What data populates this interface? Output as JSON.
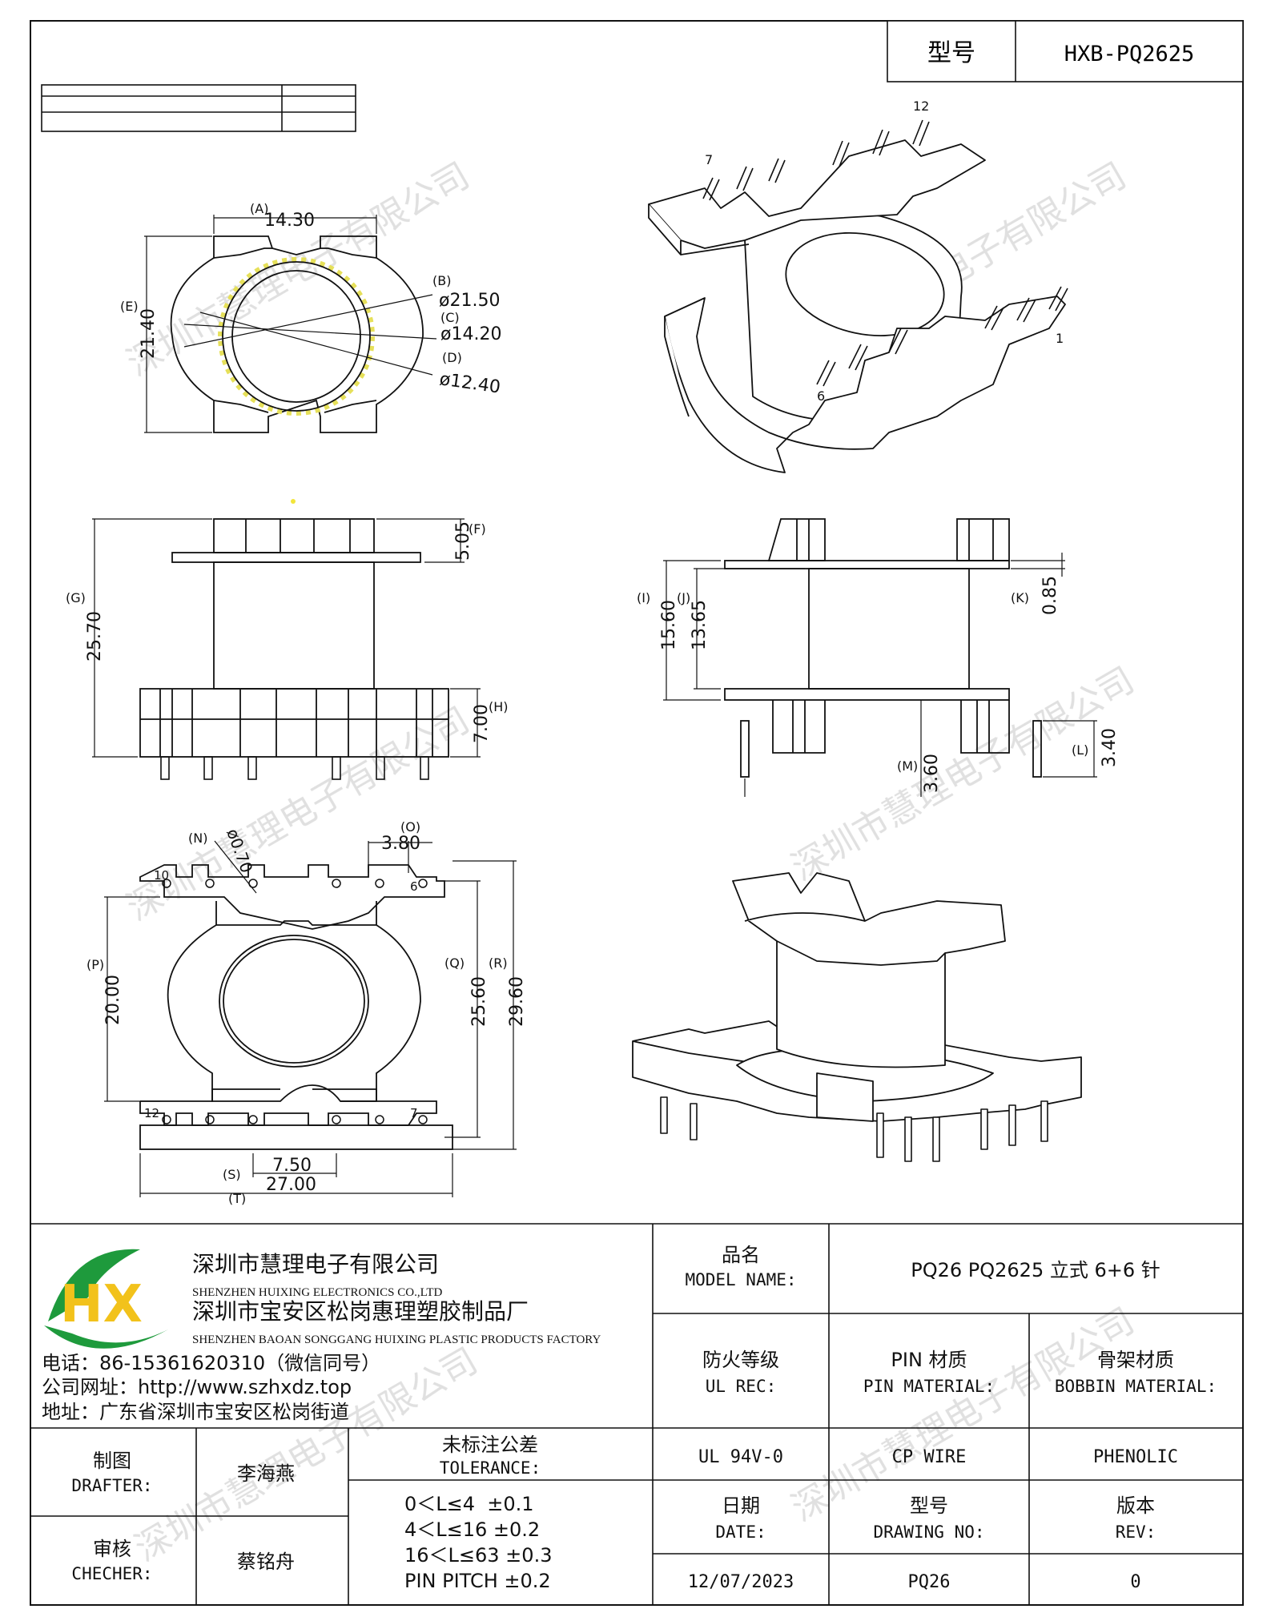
{
  "header": {
    "type_label": "型号",
    "type_value": "HXB-PQ2625"
  },
  "watermark": {
    "text": "深圳市慧理电子有限公司"
  },
  "iso_top": {
    "pin_label_12": "12",
    "pin_label_7": "7",
    "pin_label_1": "1",
    "pin_label_6": "6"
  },
  "top_view": {
    "dim_a": {
      "letter": "(A)",
      "value": "14.30"
    },
    "dim_e": {
      "letter": "(E)",
      "value": "21.40"
    },
    "dim_b": {
      "letter": "(B)",
      "value": "ø21.50"
    },
    "dim_c": {
      "letter": "(C)",
      "value": "ø14.20"
    },
    "dim_d": {
      "letter": "(D)",
      "value": "ø12.40"
    }
  },
  "front_view": {
    "dim_f": {
      "letter": "(F)",
      "value": "5.05"
    },
    "dim_g": {
      "letter": "(G)",
      "value": "25.70"
    },
    "dim_h": {
      "letter": "(H)",
      "value": "7.00"
    }
  },
  "side_view": {
    "dim_i": {
      "letter": "(I)",
      "value": "15.60"
    },
    "dim_j": {
      "letter": "(J)",
      "value": "13.65"
    },
    "dim_k": {
      "letter": "(K)",
      "value": "0.85"
    },
    "dim_l": {
      "letter": "(L)",
      "value": "3.40"
    },
    "dim_m": {
      "letter": "(M)",
      "value": "3.60"
    }
  },
  "bottom_view": {
    "dim_n": {
      "letter": "(N)",
      "value": "ø0.70"
    },
    "dim_o": {
      "letter": "(O)",
      "value": "3.80"
    },
    "dim_p": {
      "letter": "(P)",
      "value": "20.00"
    },
    "dim_q": {
      "letter": "(Q)",
      "value": "25.60"
    },
    "dim_r": {
      "letter": "(R)",
      "value": "29.60"
    },
    "dim_s": {
      "letter": "(S)",
      "value": "7.50"
    },
    "dim_t": {
      "letter": "(T)",
      "value": "27.00"
    },
    "pin_10": "10",
    "pin_6": "6",
    "pin_12": "12",
    "pin_7": "7"
  },
  "company": {
    "name_cn": "深圳市慧理电子有限公司",
    "name_en": "SHENZHEN HUIXING ELECTRONICS CO.,LTD",
    "factory_cn": "深圳市宝安区松岗惠理塑胶制品厂",
    "factory_en": "SHENZHEN BAOAN SONGGANG HUIXING PLASTIC PRODUCTS FACTORY",
    "phone": "电话：86-15361620310（微信同号）",
    "website": "公司网址：http://www.szhxdz.top",
    "address": "地址：广东省深圳市宝安区松岗街道",
    "logo_letters": "HX"
  },
  "title_block": {
    "model_name_cn": "品名",
    "model_name_en": "MODEL NAME:",
    "model_name_value": "PQ26 PQ2625 立式 6+6 针",
    "ul_cn": "防火等级",
    "ul_en": "UL REC:",
    "pin_cn": "PIN 材质",
    "pin_en": "PIN MATERIAL:",
    "bobbin_cn": "骨架材质",
    "bobbin_en": "BOBBIN MATERIAL:",
    "ul_value": "UL 94V-0",
    "pin_value": "CP WIRE",
    "bobbin_value": "PHENOLIC",
    "drafter_cn": "制图",
    "drafter_en": "DRAFTER:",
    "drafter_value": "李海燕",
    "checker_cn": "审核",
    "checker_en": "CHECHER:",
    "checker_value": "蔡铭舟",
    "tolerance_cn": "未标注公差",
    "tolerance_en": "TOLERANCE:",
    "tolerance_lines": [
      "0＜L≤4  ±0.1",
      "4＜L≤16 ±0.2",
      "16＜L≤63 ±0.3",
      "PIN PITCH ±0.2"
    ],
    "date_cn": "日期",
    "date_en": "DATE:",
    "date_value": "12/07/2023",
    "drawing_cn": "型号",
    "drawing_en": "DRAWING NO:",
    "drawing_value": "PQ26",
    "rev_cn": "版本",
    "rev_en": "REV:",
    "rev_value": "0"
  },
  "colors": {
    "line": "#111111",
    "logo_green": "#1e9a3c",
    "logo_yellow": "#f2c21b",
    "watermark": "#cfcfcf",
    "yellow_dash": "#e6e05a"
  }
}
